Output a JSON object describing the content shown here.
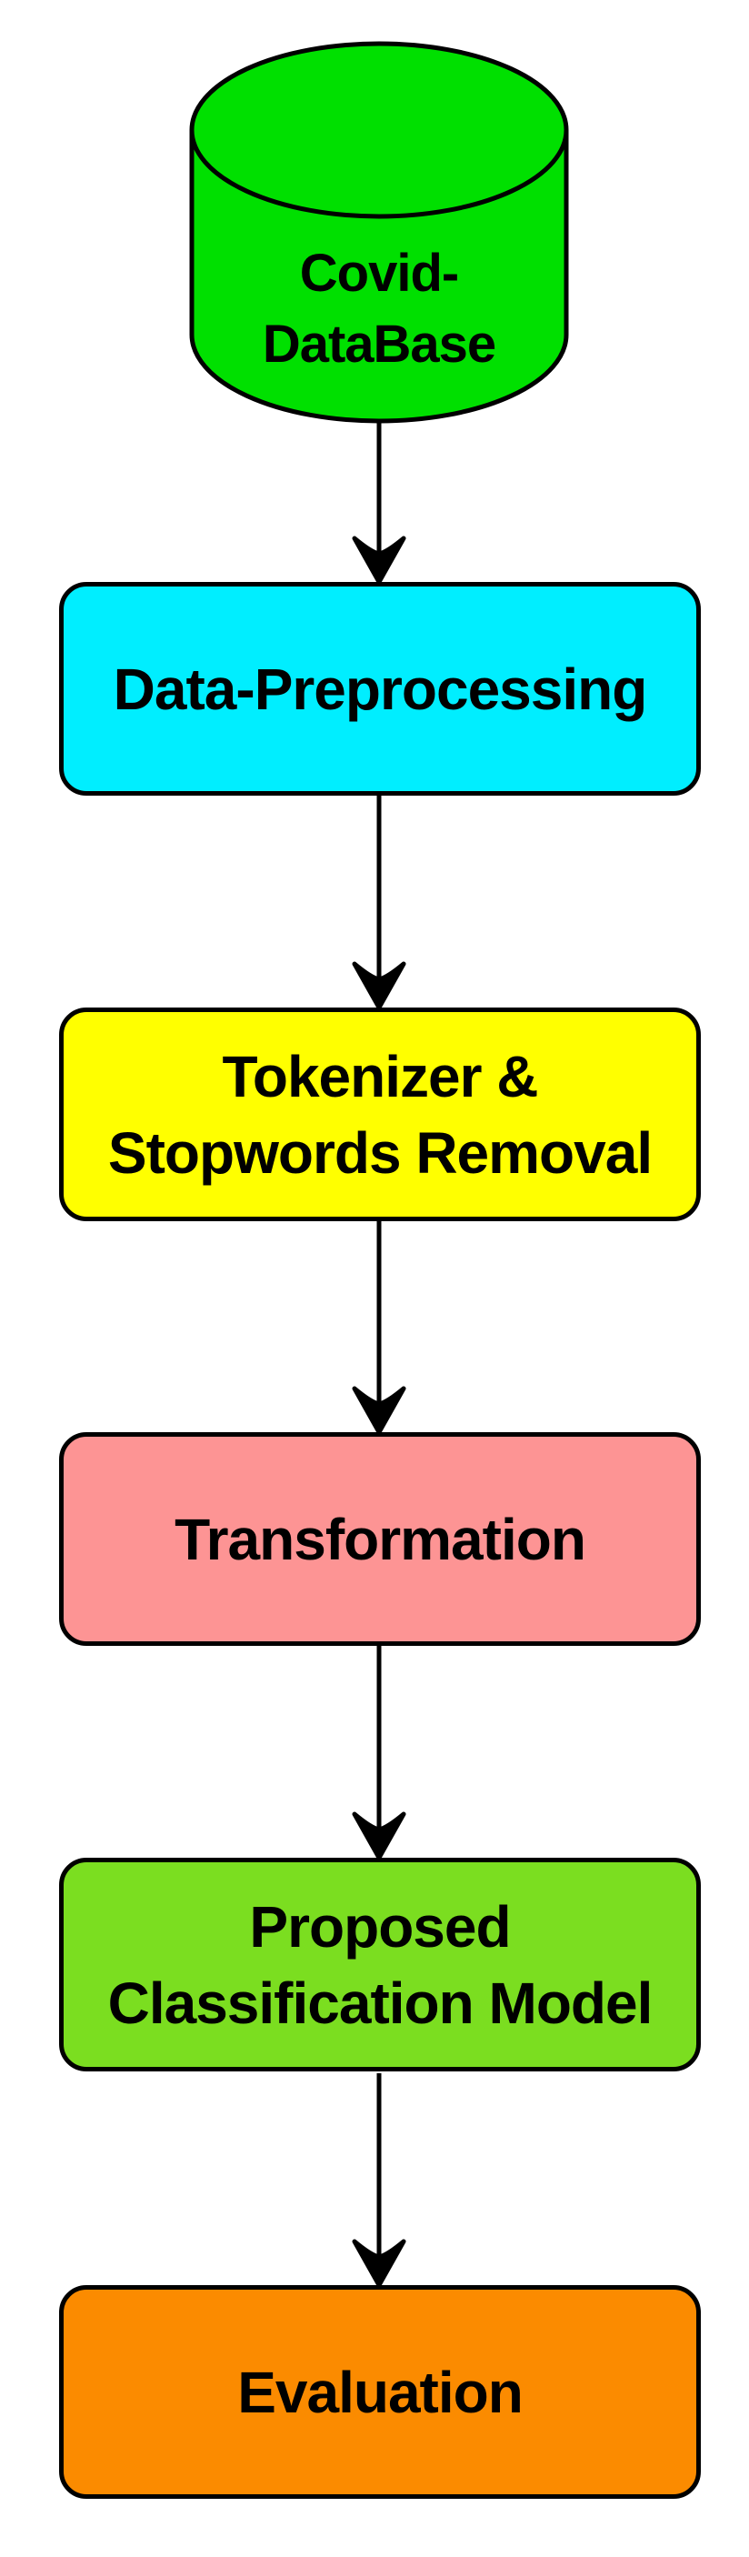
{
  "diagram": {
    "type": "flowchart",
    "direction": "top-down",
    "colors": {
      "background": "#FFFFFF",
      "stroke": "#000000",
      "arrow": "#000000",
      "text": "#000000"
    },
    "nodes": [
      {
        "id": "covid-database",
        "shape": "cylinder",
        "fill": "#00E000",
        "lines": [
          "Covid-",
          "DataBase"
        ]
      },
      {
        "id": "data-preprocessing",
        "shape": "rounded-rectangle",
        "fill": "#00EEFF",
        "lines": [
          "Data-Preprocessing"
        ]
      },
      {
        "id": "tokenizer-stopwords-removal",
        "shape": "rounded-rectangle",
        "fill": "#FFFF00",
        "lines": [
          "Tokenizer &",
          "Stopwords Removal"
        ]
      },
      {
        "id": "transformation",
        "shape": "rounded-rectangle",
        "fill": "#FD9494",
        "lines": [
          "Transformation"
        ]
      },
      {
        "id": "proposed-classification-model",
        "shape": "rounded-rectangle",
        "fill": "#7BDE20",
        "lines": [
          "Proposed",
          "Classification Model"
        ]
      },
      {
        "id": "evaluation",
        "shape": "rounded-rectangle",
        "fill": "#FB8B00",
        "lines": [
          "Evaluation"
        ]
      }
    ],
    "edges": [
      {
        "from": "covid-database",
        "to": "data-preprocessing",
        "style": "arrow-down"
      },
      {
        "from": "data-preprocessing",
        "to": "tokenizer-stopwords-removal",
        "style": "arrow-down"
      },
      {
        "from": "tokenizer-stopwords-removal",
        "to": "transformation",
        "style": "arrow-down"
      },
      {
        "from": "transformation",
        "to": "proposed-classification-model",
        "style": "arrow-down"
      },
      {
        "from": "proposed-classification-model",
        "to": "evaluation",
        "style": "arrow-down"
      }
    ]
  }
}
